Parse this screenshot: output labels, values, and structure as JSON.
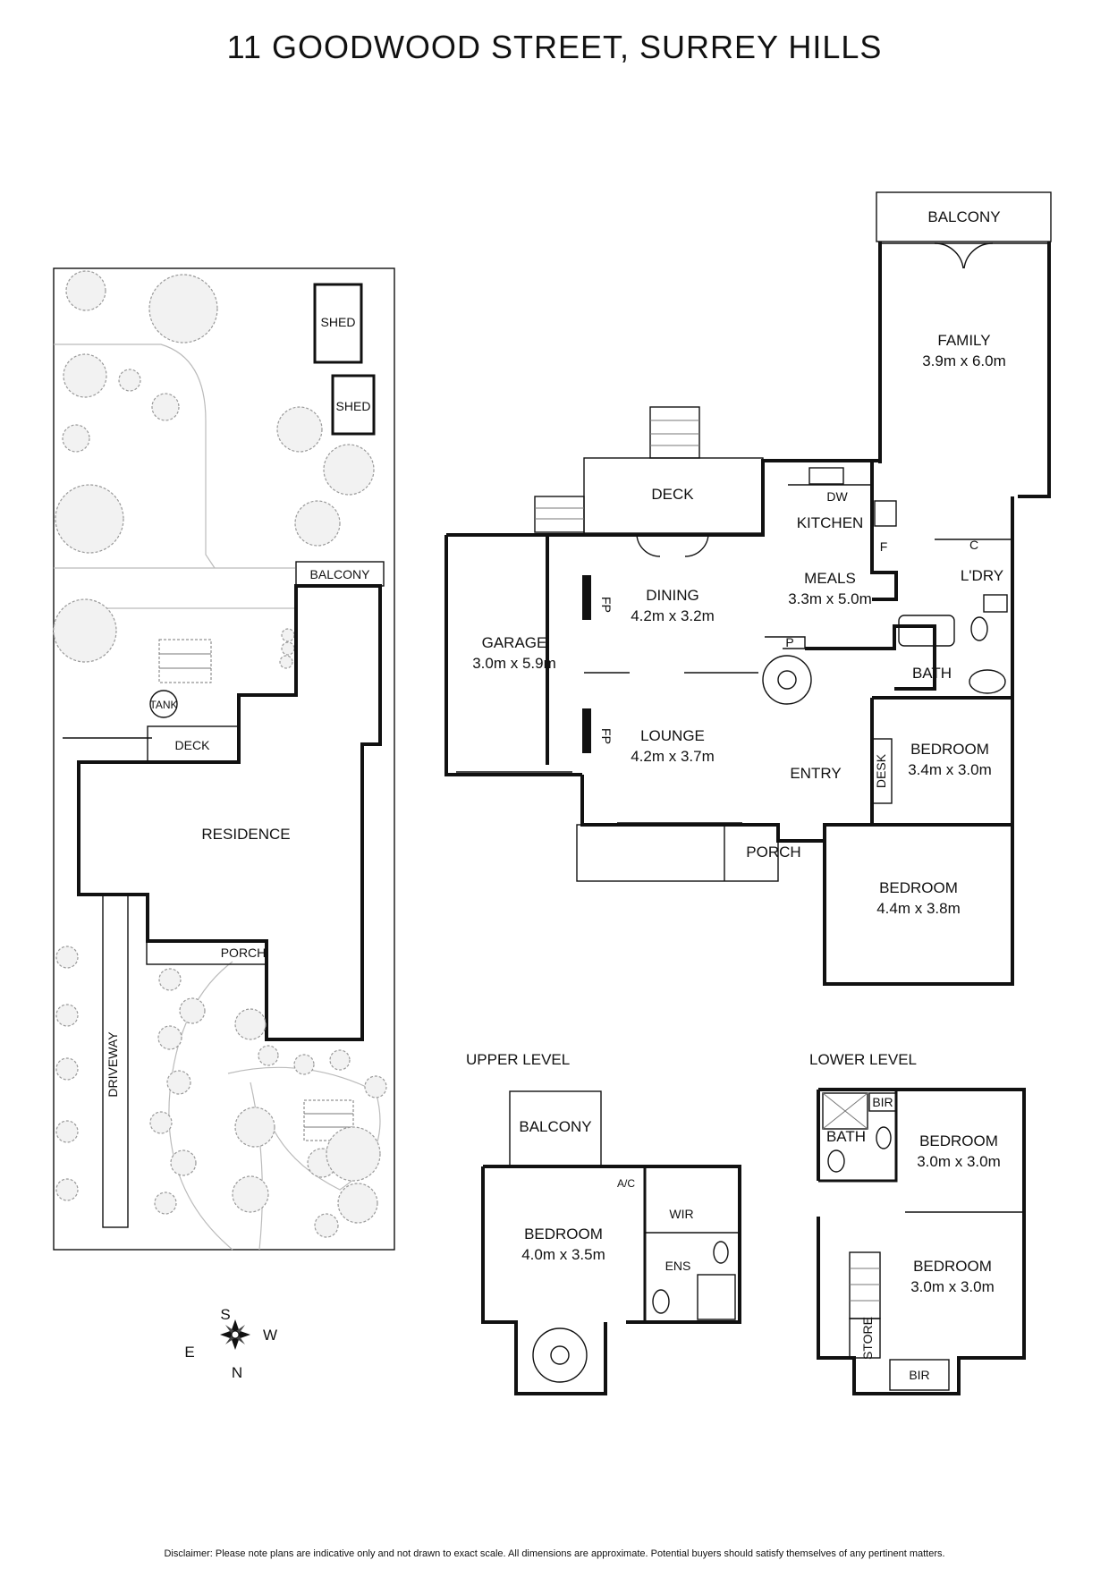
{
  "title": "11 GOODWOOD STREET, SURREY HILLS",
  "disclaimer": "Disclaimer: Please note plans are indicative only and not drawn to exact scale. All dimensions are approximate. Potential buyers should satisfy themselves of any pertinent matters.",
  "site": {
    "shed1": "SHED",
    "shed2": "SHED",
    "balcony": "BALCONY",
    "tank": "TANK",
    "deck": "DECK",
    "residence": "RESIDENCE",
    "porch": "PORCH",
    "driveway": "DRIVEWAY"
  },
  "compass": {
    "n": "N",
    "s": "S",
    "e": "E",
    "w": "W"
  },
  "ground": {
    "balcony": "BALCONY",
    "family": {
      "name": "FAMILY",
      "size": "3.9m x 6.0m"
    },
    "deck": "DECK",
    "dw": "DW",
    "kitchen": "KITCHEN",
    "f": "F",
    "c": "C",
    "laundry": "L'DRY",
    "meals": {
      "name": "MEALS",
      "size": "3.3m x 5.0m"
    },
    "dining": {
      "name": "DINING",
      "size": "4.2m x 3.2m"
    },
    "fp1": "FP",
    "fp2": "FP",
    "garage": {
      "name": "GARAGE",
      "size": "3.0m x 5.9m"
    },
    "p": "P",
    "bath": "BATH",
    "lounge": {
      "name": "LOUNGE",
      "size": "4.2m x 3.7m"
    },
    "entry": "ENTRY",
    "desk": "DESK",
    "bedroom1": {
      "name": "BEDROOM",
      "size": "3.4m x 3.0m"
    },
    "porch": "PORCH",
    "bedroom2": {
      "name": "BEDROOM",
      "size": "4.4m x 3.8m"
    }
  },
  "upper": {
    "label": "UPPER LEVEL",
    "balcony": "BALCONY",
    "ac": "A/C",
    "wir": "WIR",
    "bedroom": {
      "name": "BEDROOM",
      "size": "4.0m x 3.5m"
    },
    "ens": "ENS"
  },
  "lower": {
    "label": "LOWER LEVEL",
    "bir1": "BIR",
    "bath": "BATH",
    "bedroom1": {
      "name": "BEDROOM",
      "size": "3.0m x 3.0m"
    },
    "bedroom2": {
      "name": "BEDROOM",
      "size": "3.0m x 3.0m"
    },
    "store": "STORE",
    "bir2": "BIR"
  }
}
